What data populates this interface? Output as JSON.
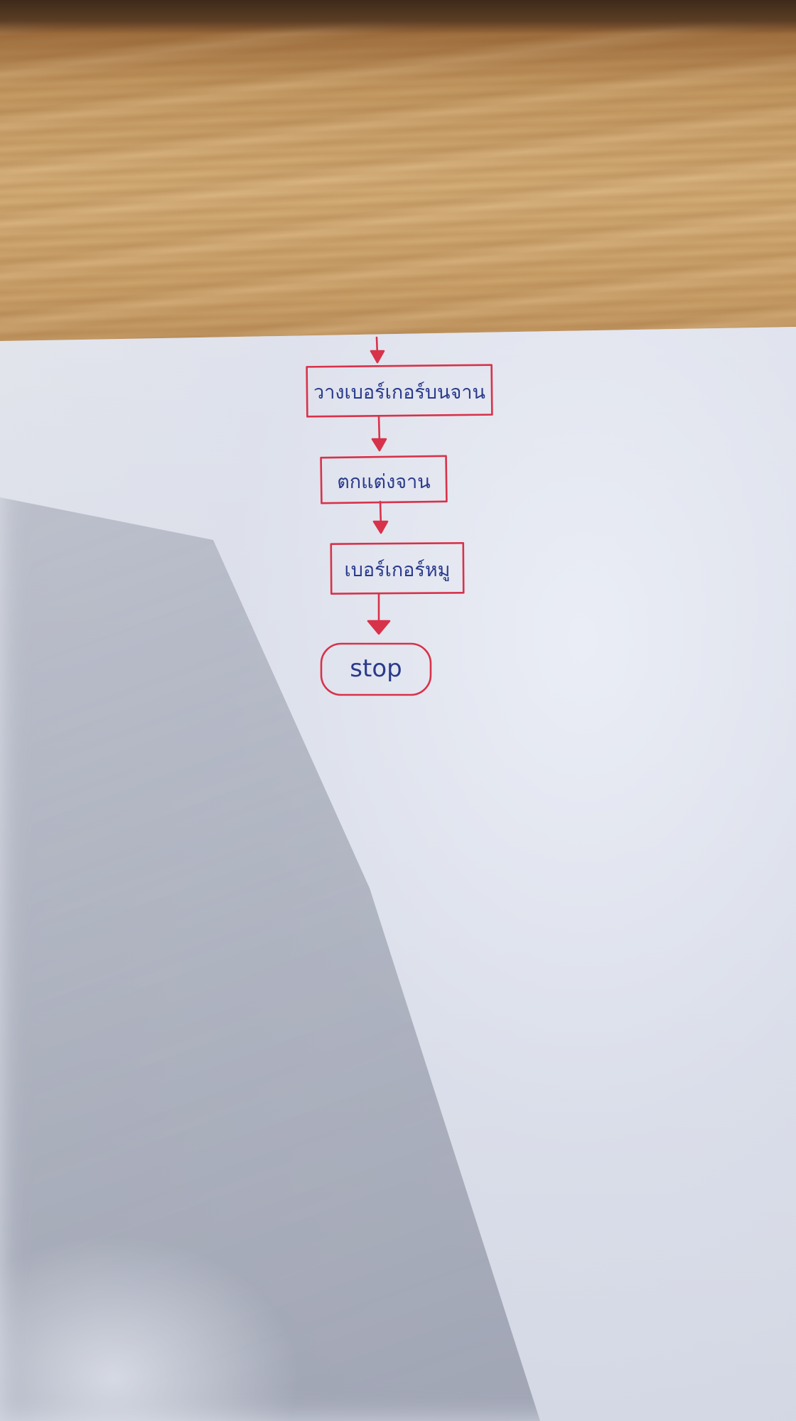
{
  "colors": {
    "ink_box": "#d8324a",
    "ink_text": "#2a3a8c"
  },
  "flowchart": {
    "steps": [
      "วางเบอร์เกอร์บนจาน",
      "ตกแต่งจาน",
      "เบอร์เกอร์หมู"
    ],
    "terminal": "stop"
  }
}
